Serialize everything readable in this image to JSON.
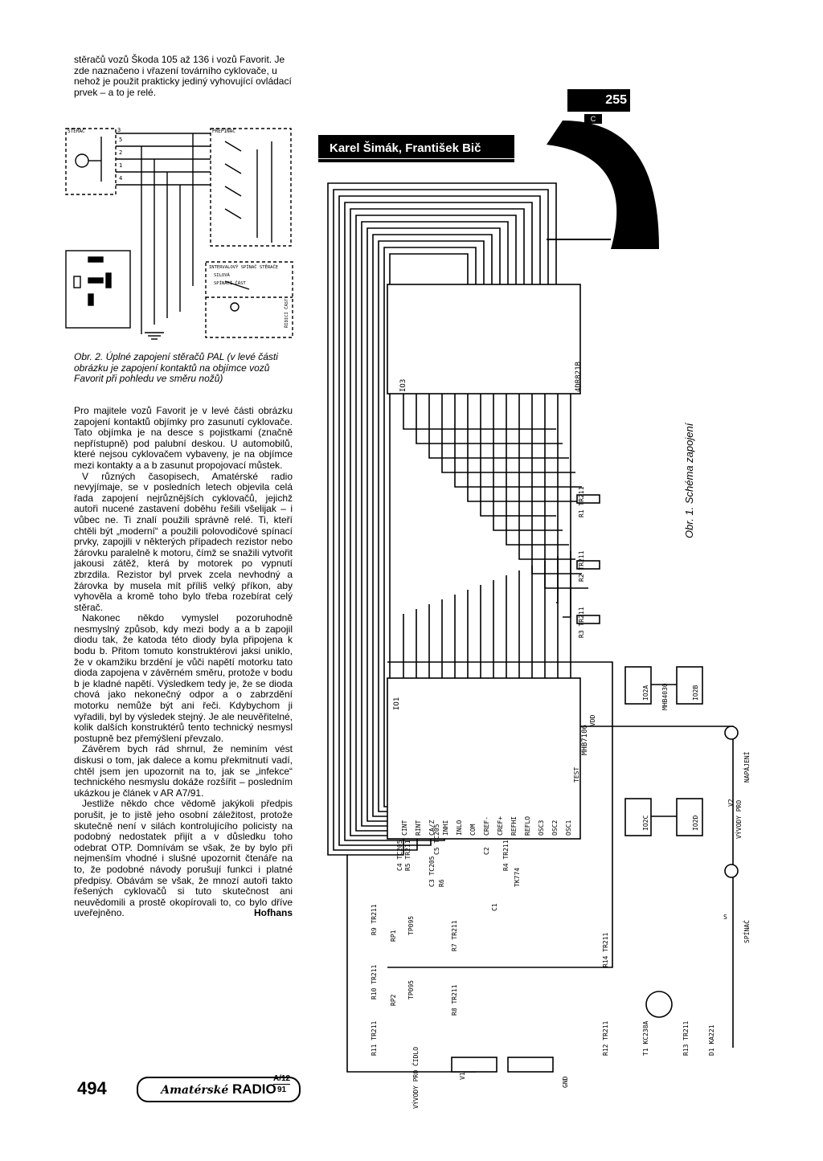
{
  "top_text": "stěračů vozů Škoda 105 až 136 i vozů Favorit. Je zde naznačeno i vřazení továrního cyklovače, u nehož je použit prakticky jediný vyhovující ovládací prvek – a to je relé.",
  "fig2": {
    "label_sterac": "STĚRAČ",
    "label_prepinac": "PŘEPÍNAČ",
    "label_interval": "INTERVALOVÝ SPÍNAČ STĚRAČE",
    "label_silova": "SILOVÁ",
    "label_spinaci": "SPÍNACÍ ČÁST",
    "label_ridici": "ŘÍDICÍ ČÁST",
    "pins": [
      "5",
      "2",
      "1",
      "4",
      "3"
    ]
  },
  "fig2_caption": "Obr. 2. Úplné zapojení stěračů PAL (v levé části obrázku je zapojení kontaktů na objímce vozů Favorit při pohledu ve směru nožů)",
  "body_paragraphs": [
    "Pro majitele vozů Favorit je v levé části obrázku zapojení kontaktů objímky pro zasunutí cyklovače. Tato objímka je na desce s pojistkami (značně nepřístupně) pod palubní deskou. U automobilů, které nejsou cyklovačem vybaveny, je na objímce mezi kontakty a a b zasunut propojovací můstek.",
    "V různých časopisech, Amatérské radio nevyjímaje, se v posledních letech objevila celá řada zapojení nejrůznějších cyklovačů, jejichž autoři nucené zastavení doběhu řešili všelijak – i vůbec ne. Ti znalí použili správně relé. Ti, kteří chtěli být „moderní“ a použili polovodičové spínací prvky, zapojili v některých případech rezistor nebo žárovku paralelně k motoru, čímž se snažili vytvořit jakousi zátěž, která by motorek po vypnutí zbrzdila. Rezistor byl prvek zcela nevhodný a žárovka by musela mít příliš velký příkon, aby vyhověla a kromě toho bylo třeba rozebírat celý stěrač.",
    "Nakonec někdo vymyslel pozoruhodně nesmyslný způsob, kdy mezi body a a b zapojil diodu tak, že katoda této diody byla připojena k bodu b. Přitom tomuto konstruktérovi jaksi uniklo, že v okamžiku brzdění je vůči napětí motorku tato dioda zapojena v závěrném směru, protože v bodu b je kladné napětí. Výsledkem tedy je, že se dioda chová jako nekonečný odpor a o zabrzdění motorku nemůže být ani řeči. Kdybychom ji vyřadili, byl by výsledek stejný. Je ale neuvěřitelné, kolik dalších konstruktérů tento technický nesmysl postupně bez přemýšlení převzalo.",
    "Závěrem bych rád shrnul, že neminím vést diskusi o tom, jak dalece a komu překmitnutí vadí, chtěl jsem jen upozornit na to, jak se „infekce“ technického nesmyslu dokáže rozšířit – posledním ukázkou je článek v AR A7/91.",
    "Jestliže někdo chce vědomě jakýkoli předpis porušit, je to jistě jeho osobní záležitost, protože skutečně není v silách kontrolujícího policisty na podobný nedostatek přijít a v důsledku toho odebrat OTP. Domnívám se však, že by bylo při nejmenším vhodné i slušné upozornit čtenáře na to, že podobné návody porušují funkci i platné předpisy. Obávám se však, že mnozí autoři takto řešených cyklovačů si tuto skutečnost ani neuvědomili a prostě okopírovali to, co bylo dříve uveřejněno."
  ],
  "signature": "Hofhans",
  "header_authors": "Karel Šimák, František Bič",
  "counter_display": "255",
  "counter_small": "C",
  "fig1": {
    "ic1_label": "IO3",
    "ic1_part": "4DR821B",
    "ic2_label": "IO1",
    "ic2_part": "MHB7106",
    "ic2_pins": [
      "CINT",
      "RINT",
      "CA/Z",
      "INHI",
      "INLO",
      "COM",
      "CREF-",
      "CREF+",
      "REFHI",
      "REFLO",
      "OSC3",
      "OSC2",
      "OSC1",
      "TEST"
    ],
    "resistors": [
      "R1 TR211",
      "R2 TR211",
      "R3 TR211",
      "R4 TR211",
      "R5 TR211",
      "R6",
      "R7 TR211",
      "R8 TR211",
      "R9 TR211",
      "R10 TR211",
      "R11 TR211",
      "R12 TR211",
      "R13 TR211",
      "R14 TR211"
    ],
    "pots": [
      "RP1",
      "RP2"
    ],
    "caps": [
      "C1",
      "C2",
      "C3 TC205",
      "C4 TC205",
      "C5 TC205",
      "TK774"
    ],
    "thermistors": [
      "TP095",
      "TP095"
    ],
    "logic": [
      "IO2A",
      "IO2B",
      "IO2C",
      "IO2D",
      "MHB4030"
    ],
    "diode": "D1 KA221",
    "transistor": "T1 KC238A",
    "labels": [
      "SPÍNAČ",
      "NAPÁJENÍ",
      "VÝVODY PRO",
      "V2",
      "V1",
      "VÝVODY PRO ČIDLO",
      "GND",
      "VDD",
      "S"
    ]
  },
  "fig1_caption": "Obr. 1. Schéma zapojení",
  "footer": {
    "page_number": "494",
    "magazine_script": "Amatérské",
    "magazine_name": "RADIO",
    "issue_top": "A/12",
    "issue_bottom": "91"
  }
}
